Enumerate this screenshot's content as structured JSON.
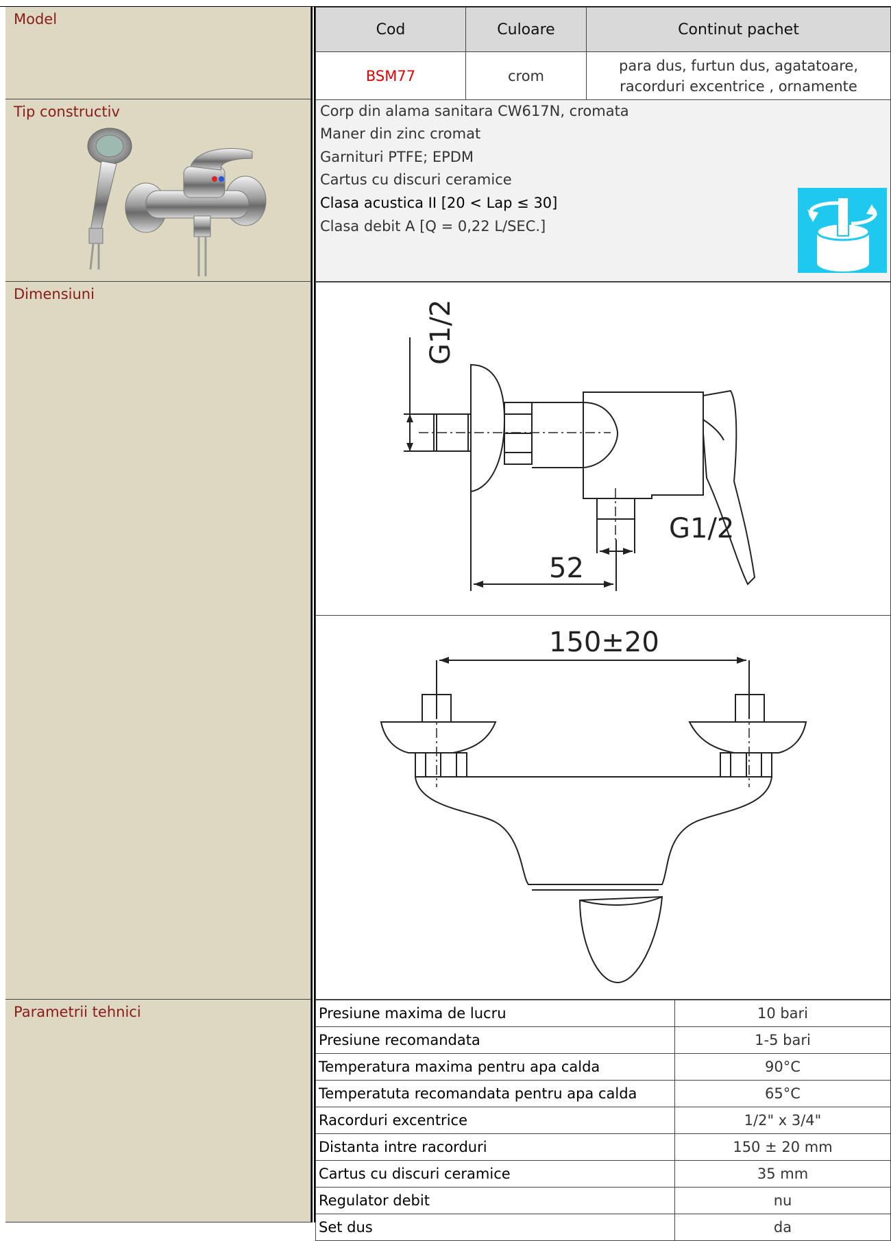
{
  "sections": {
    "model": "Model",
    "tip_constructiv": "Tip constructiv",
    "dimensiuni": "Dimensiuni",
    "parametrii": "Parametrii tehnici"
  },
  "model_table": {
    "headers": [
      "Cod",
      "Culoare",
      "Continut pachet"
    ],
    "cod": "BSM77",
    "culoare": "crom",
    "continut_line1": "para dus, furtun dus, agatatoare,",
    "continut_line2": "racorduri excentrice , ornamente"
  },
  "specs": [
    "Corp din alama sanitara CW617N, cromata",
    "Maner din zinc cromat",
    "Garnituri PTFE; EPDM",
    "Cartus cu discuri ceramice",
    "Clasa acustica  II [20 < Lap ≤ 30]",
    "Clasa debit A [Q = 0,22 L/SEC.]"
  ],
  "drawing": {
    "side_thread_top": "G1/2",
    "side_thread_bottom": "G1/2",
    "side_dim": "52",
    "front_dim": "150±20"
  },
  "parameters": [
    {
      "label": "Presiune maxima de lucru",
      "value": "10 bari"
    },
    {
      "label": "Presiune recomandata",
      "value": "1-5 bari"
    },
    {
      "label": "Temperatura maxima pentru apa calda",
      "value": "90°C"
    },
    {
      "label": "Temperatuta recomandata pentru apa calda",
      "value": "65°C"
    },
    {
      "label": "Racorduri excentrice",
      "value": "1/2\" x 3/4\""
    },
    {
      "label": "Distanta intre racorduri",
      "value": "150 ± 20 mm"
    },
    {
      "label": "Cartus cu discuri ceramice",
      "value": "35 mm"
    },
    {
      "label": "Regulator debit",
      "value": "nu"
    },
    {
      "label": "Set dus",
      "value": "da"
    }
  ],
  "icons": {
    "cartridge_icon_color": "#1ec8ef",
    "label_color": "#8b1a1a",
    "code_color": "#e00000"
  }
}
